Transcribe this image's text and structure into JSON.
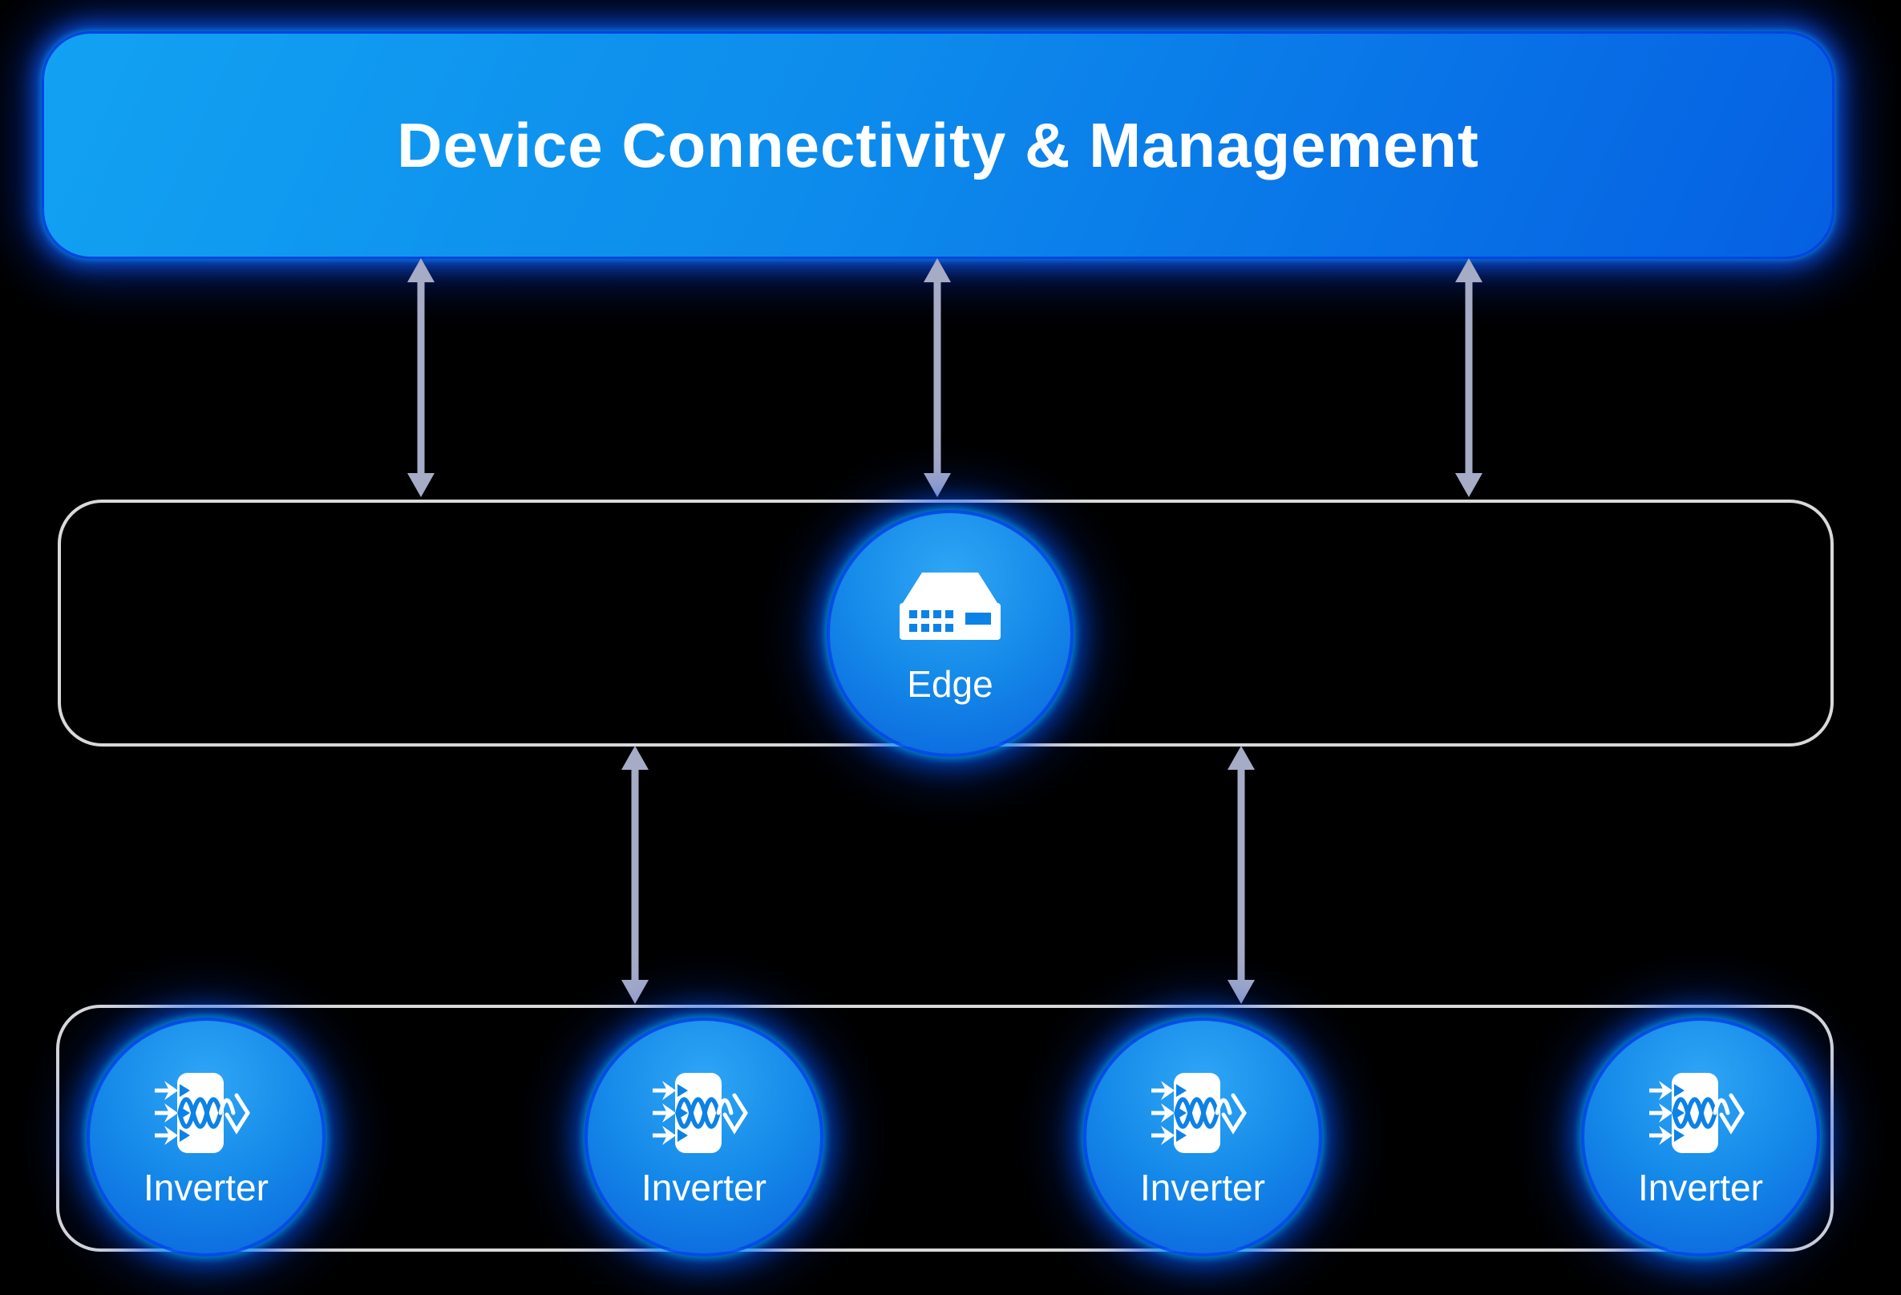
{
  "diagram": {
    "title_banner": {
      "label": "Device Connectivity & Management"
    },
    "edge_layer": {
      "node": {
        "label": "Edge",
        "icon": "edge-gateway-icon"
      }
    },
    "device_layer": {
      "nodes": [
        {
          "label": "Inverter",
          "icon": "inverter-icon"
        },
        {
          "label": "Inverter",
          "icon": "inverter-icon"
        },
        {
          "label": "Inverter",
          "icon": "inverter-icon"
        },
        {
          "label": "Inverter",
          "icon": "inverter-icon"
        }
      ]
    },
    "connections": {
      "banner_to_edge_layer_arrows": 3,
      "edge_layer_to_device_layer_arrows": 2,
      "style": "double-headed-vertical-arrow"
    }
  },
  "colors": {
    "background": "#000000",
    "text": "#FFFFFF",
    "banner_gradient_start": "#12A2F2",
    "banner_gradient_end": "#0560E2",
    "node_gradient_light": "#2FA6F5",
    "node_gradient_dark": "#0A62DC",
    "icon_blue": "#0D82E6",
    "glow_blue": "#0536F0",
    "glow_cyan": "#00D9FF",
    "arrow": "#A6ABC6",
    "outline": "#D9D9D9"
  }
}
